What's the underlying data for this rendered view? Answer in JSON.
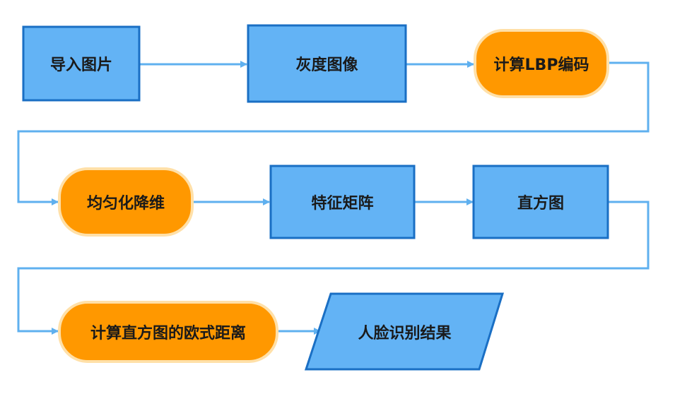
{
  "colors": {
    "process_fill": "#63b3f5",
    "process_border": "#1a6fc4",
    "terminal_fill": "#ff9800",
    "terminal_border": "#ffe0a8",
    "connector": "#5fb0ef"
  },
  "nodes": {
    "import_image": "导入图片",
    "grayscale": "灰度图像",
    "lbp_code": "计算LBP编码",
    "uniform_reduce": "均匀化降维",
    "feature_matrix": "特征矩阵",
    "histogram": "直方图",
    "euclid_distance": "计算直方图的欧式距离",
    "face_result": "人脸识别结果"
  }
}
